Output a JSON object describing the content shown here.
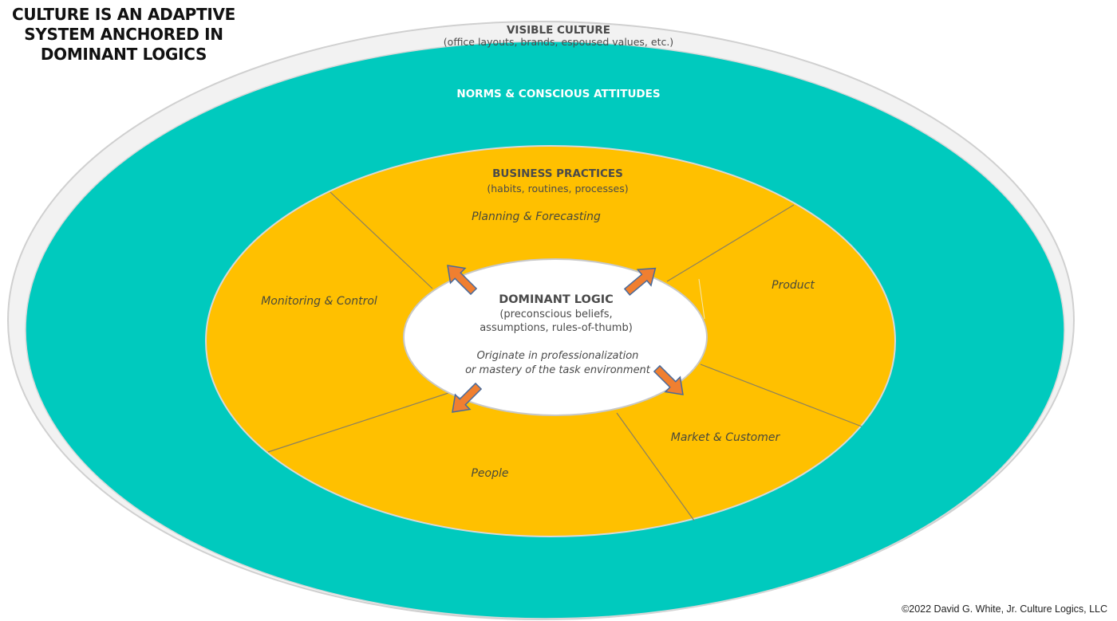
{
  "title": "CULTURE IS AN ADAPTIVE SYSTEM ANCHORED IN DOMINANT LOGICS",
  "title_lines": [
    "CULTURE IS AN ADAPTIVE",
    "SYSTEM ANCHORED IN",
    "DOMINANT LOGICS"
  ],
  "layers": {
    "visible_culture": {
      "heading": "VISIBLE CULTURE",
      "subtitle": "(office layouts, brands, espoused values, etc.)",
      "color": "#f2f2f2"
    },
    "norms": {
      "heading": "NORMS & CONSCIOUS ATTITUDES",
      "color": "#00cabe"
    },
    "business_practices": {
      "heading": "BUSINESS PRACTICES",
      "subtitle": "(habits, routines, processes)",
      "color": "#ffc000",
      "segments": [
        "Planning & Forecasting",
        "Product",
        "Market & Customer",
        "People",
        "Monitoring & Control"
      ]
    },
    "dominant_logic": {
      "heading": "DOMINANT LOGIC",
      "subtitle_lines": [
        "(preconscious beliefs,",
        "assumptions, rules-of-thumb)"
      ],
      "note_lines": [
        "Originate in professionalization",
        "or mastery of the task environment"
      ],
      "color": "#ffffff"
    }
  },
  "arrow_color": "#f07f30",
  "arrow_outline": "#4a6a9a",
  "copyright": "©2022 David G. White, Jr. Culture Logics, LLC"
}
